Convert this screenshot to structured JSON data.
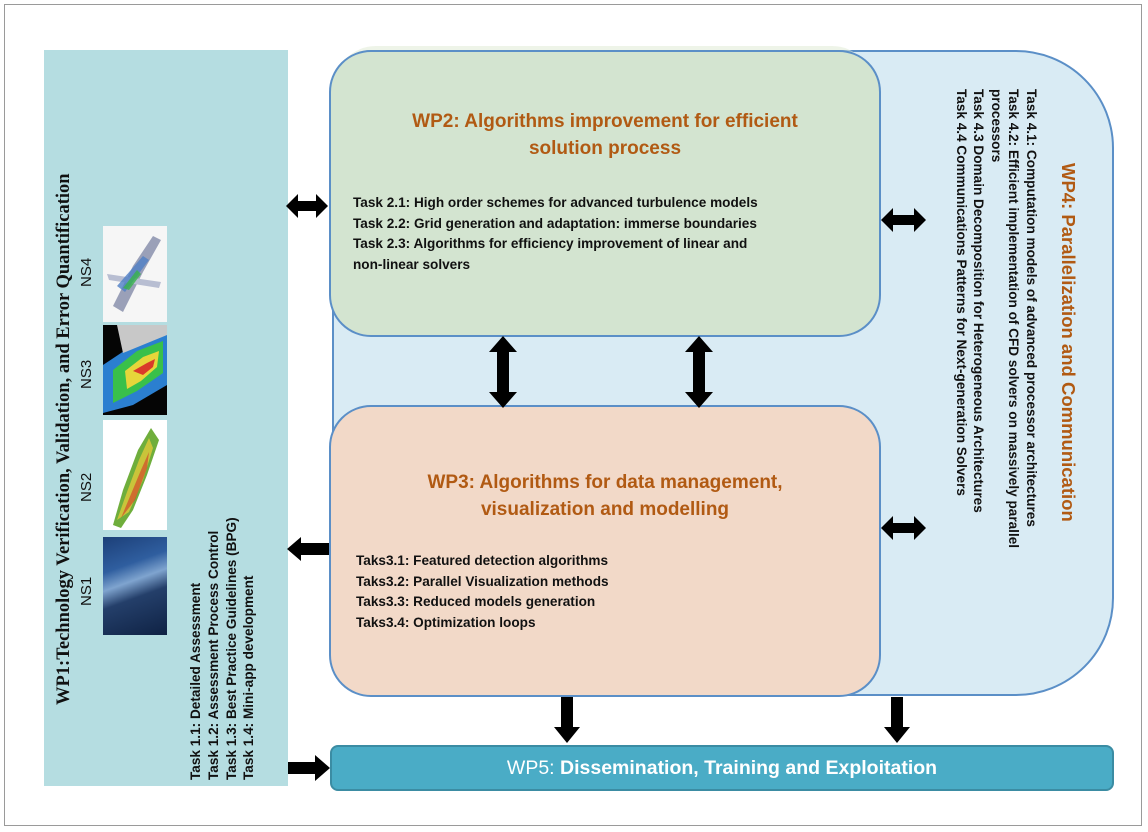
{
  "wp1": {
    "title": "WP1:Technology Verification, Validation, and Error Quantification",
    "tasks": [
      "Task 1.1: Detailed Assessment",
      "Task 1.2: Assessment Process Control",
      "Task 1.3: Best Practice Guidelines (BPG)",
      "Task 1.4: Mini-app development"
    ],
    "ns_labels": [
      "NS1",
      "NS2",
      "NS3",
      "NS4"
    ]
  },
  "wp2": {
    "title_line1": "WP2: Algorithms improvement for efficient",
    "title_line2": "solution process",
    "tasks": [
      "Task 2.1: High order schemes for advanced turbulence models",
      "Task 2.2: Grid generation and adaptation: immerse boundaries",
      "Task 2.3: Algorithms for efficiency improvement of linear and",
      "non-linear solvers"
    ]
  },
  "wp3": {
    "title_line1": "WP3: Algorithms for data management,",
    "title_line2": "visualization and modelling",
    "tasks": [
      "Taks3.1: Featured detection algorithms",
      "Taks3.2: Parallel  Visualization methods",
      "Taks3.3: Reduced models generation",
      "Taks3.4: Optimization loops"
    ]
  },
  "wp4": {
    "title": "WP4: Parallelization and Communication",
    "tasks": [
      "Task 4.1: Computation models of advanced processor architectures",
      "Task 4.2: Efficient implementation of CFD solvers on massively parallel",
      "processors",
      "Task 4.3 Domain Decomposition for Heterogeneous Architectures",
      "Task 4.4 Communications Patterns for Next-generation Solvers"
    ]
  },
  "wp5": {
    "prefix": "WP5: ",
    "title": "Dissemination, Training and Exploitation"
  },
  "colors": {
    "wp1_bg": "#b5dde1",
    "wp2_bg": "#d3e4d0",
    "wp3_bg": "#f2d9c8",
    "wp4_bg": "#d9ebf4",
    "wp5_bg": "#4aacc6",
    "title_accent": "#b15a13",
    "border": "#5b8fc7"
  }
}
